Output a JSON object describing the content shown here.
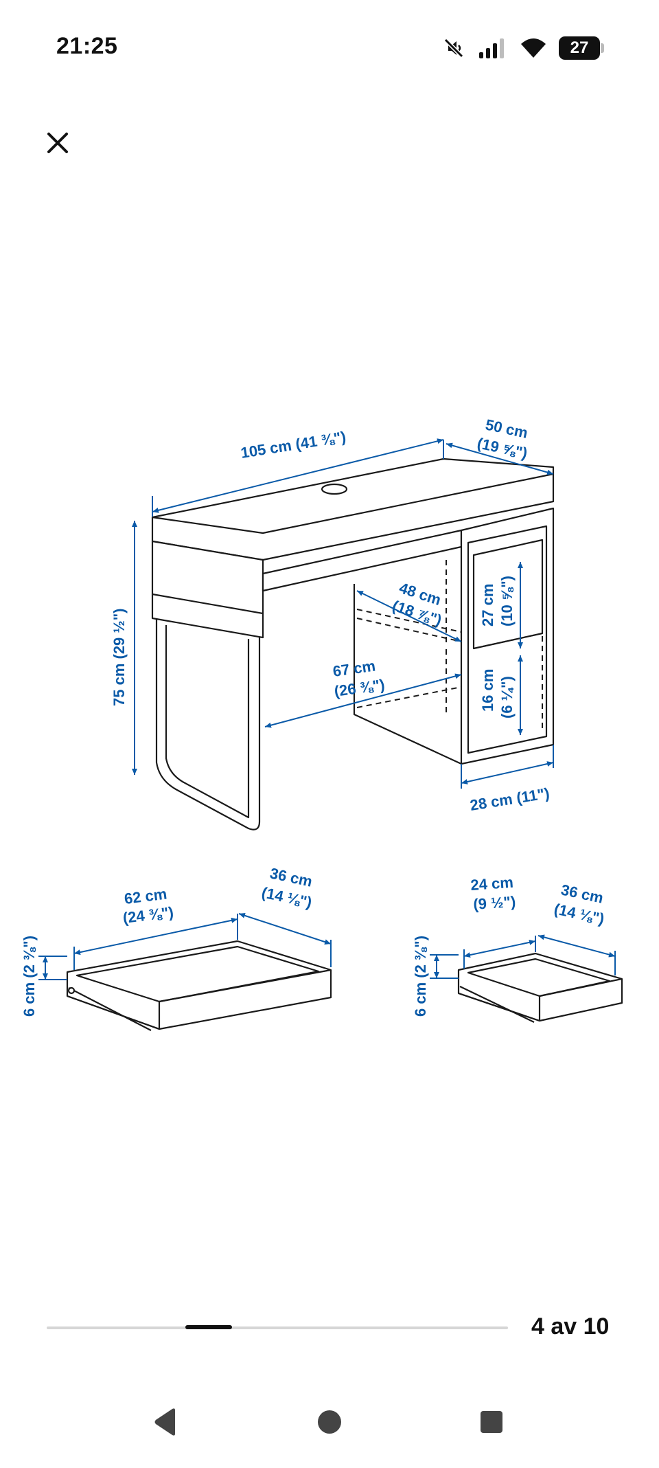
{
  "status_bar": {
    "time": "21:25",
    "battery_level": "27",
    "icons": [
      "mute-icon",
      "signal-icon",
      "wifi-icon",
      "battery-icon"
    ]
  },
  "toolbar": {
    "close_icon": "close-icon"
  },
  "image": {
    "subject": "desk-with-drawers-dimension-drawing",
    "desk": {
      "width": "105 cm (41 ⅜\")",
      "depth_cm": "50 cm",
      "depth_in": "(19 ⅝\")",
      "height": "75 cm (29 ½\")",
      "inner_depth_cm": "48 cm",
      "inner_depth_in": "(18 ⅞\")",
      "leg_space_cm": "67 cm",
      "leg_space_in": "(26 ⅜\")",
      "shelf_upper_cm": "27 cm",
      "shelf_upper_in": "(10 ⅝\")",
      "shelf_lower_cm": "16 cm",
      "shelf_lower_in": "(6 ¼\")",
      "cabinet_width": "28 cm (11\")"
    },
    "large_drawer": {
      "width_cm": "62 cm",
      "width_in": "(24 ⅜\")",
      "depth_cm": "36 cm",
      "depth_in": "(14 ⅛\")",
      "height": "6 cm (2 ⅜\")"
    },
    "small_drawer": {
      "width_cm": "24 cm",
      "width_in": "(9 ½\")",
      "depth_cm": "36 cm",
      "depth_in": "(14 ⅛\")",
      "height": "6 cm (2 ⅜\")"
    }
  },
  "pager": {
    "counter": "4 av 10",
    "current": 4,
    "total": 10
  },
  "nav_bar": {
    "back_icon": "back-icon",
    "home_icon": "home-icon",
    "recents_icon": "recents-icon"
  },
  "colors": {
    "dimension_blue": "#0a5aa8",
    "background": "#ffffff",
    "text": "#111111"
  }
}
